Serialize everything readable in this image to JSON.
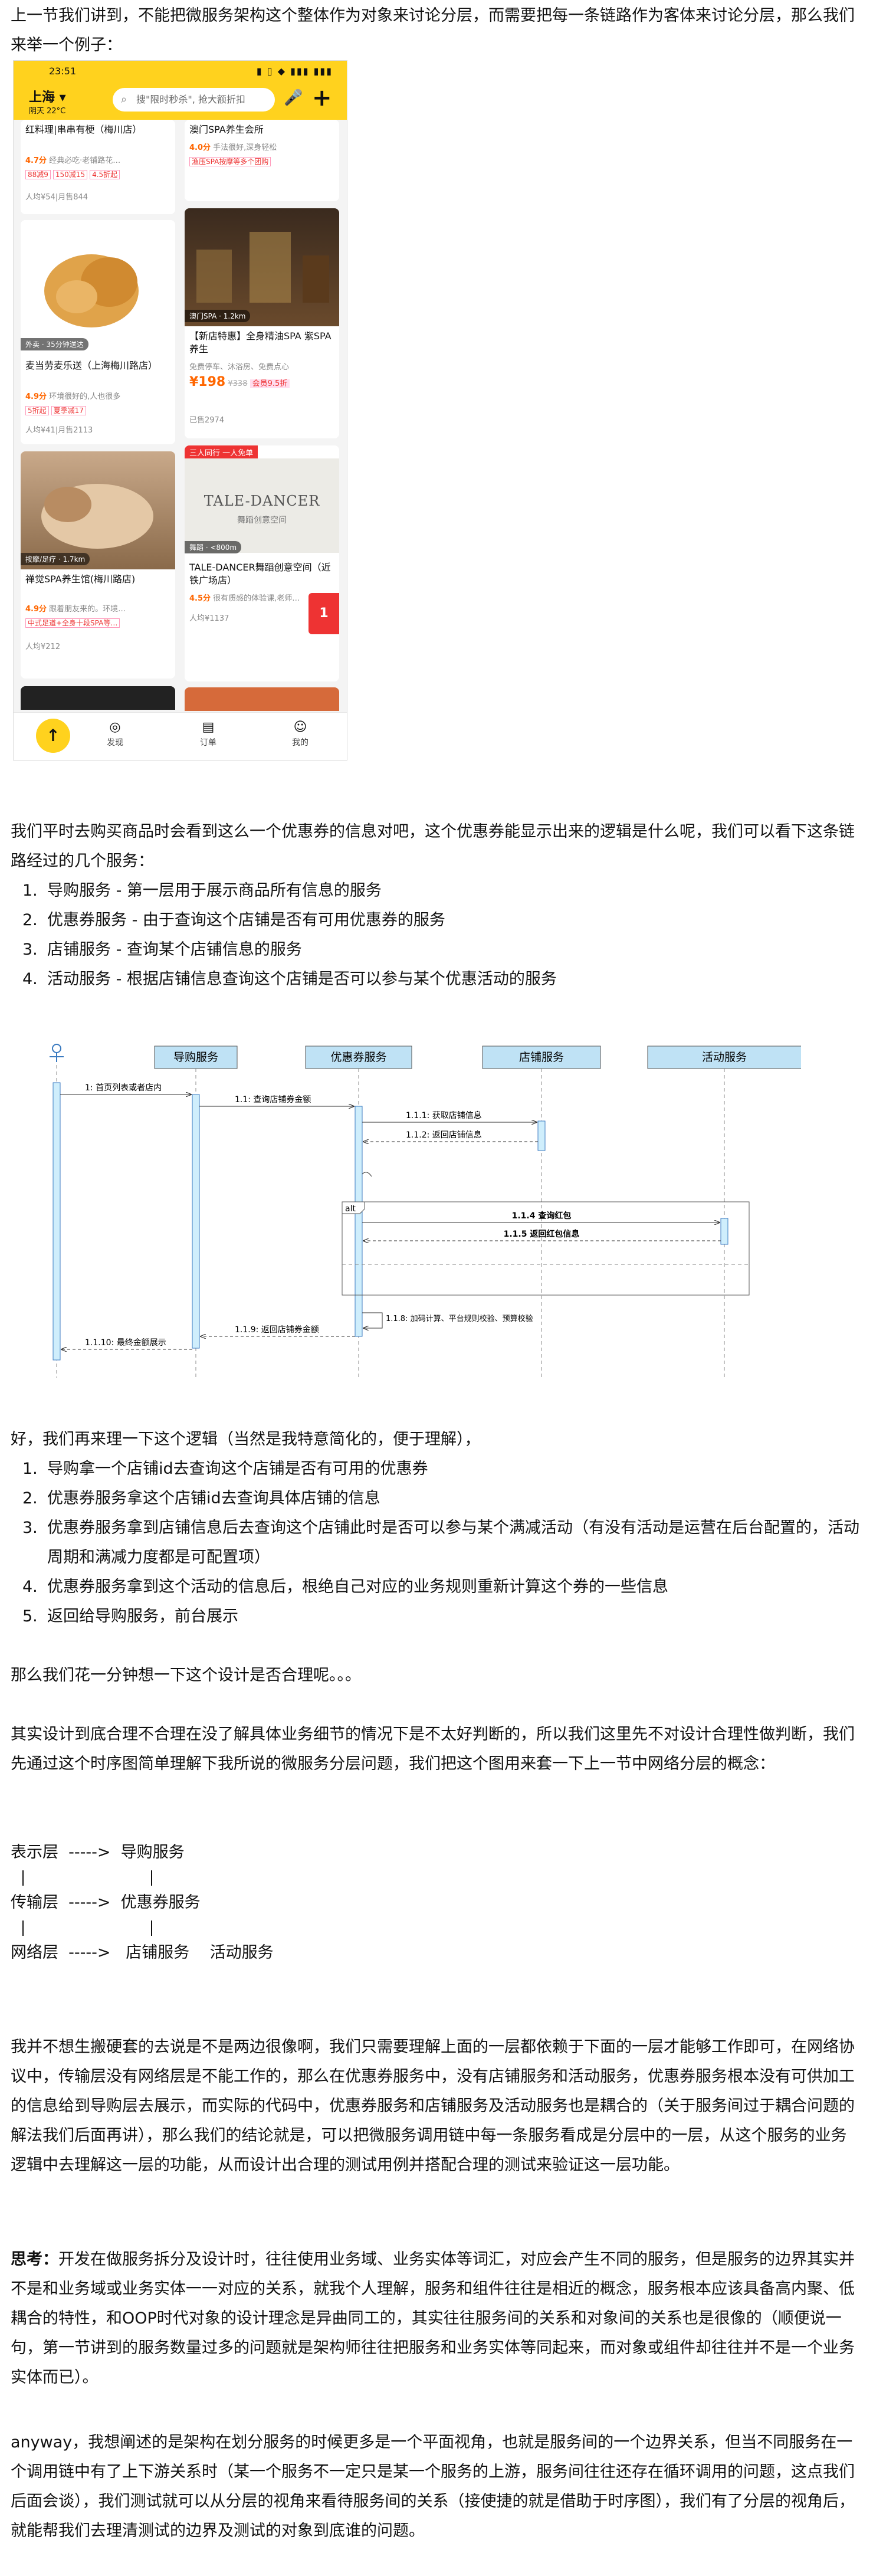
{
  "intro": {
    "p1": "上一节我们讲到，不能把微服务架构这个整体作为对象来讨论分层，而需要把每一条链路作为客体来讨论分层，那么我们来举一个例子："
  },
  "phone": {
    "status_time": "23:51",
    "status_icons": "▮ ▯ ◆ ▮▮▮ ▮▮▮",
    "city": "上海",
    "temperature": "阴天 22°C",
    "search_placeholder": "搜\"限时秒杀\", 抢大额折扣",
    "mic_icon": "microphone-icon",
    "cards": [
      {
        "title": "红料理|串串有梗（梅川店）",
        "score": "4.7分",
        "score_note": "经典必吃·老铺路花…",
        "chips": [
          "88减9",
          "150减15",
          "4.5折起"
        ],
        "footer": "人均¥54|月售844"
      },
      {
        "title": "澳门SPA养生会所",
        "score": "4.0分",
        "score_note": "手法很好,深身轻松",
        "chips": [
          "渔压SPA按摩等多个团购"
        ],
        "footer": ""
      },
      {
        "tag": "外卖 · 35分钟送达",
        "title": "麦当劳麦乐送（上海梅川路店）",
        "score": "4.9分",
        "score_note": "环境很好的,人也很多",
        "chips": [
          "5折起",
          "夏季减17"
        ],
        "footer": "人均¥41|月售2113"
      },
      {
        "tag": "澳门SPA · 1.2km",
        "title": "【新店特惠】全身精油SPA 紫SPA养生",
        "score_note": "免费停车、沐浴房、免费点心",
        "price": "¥198",
        "price_old": "¥338",
        "price_chip": "会员9.5折",
        "footer": "已售2974"
      },
      {
        "tag": "按摩/足疗 · 1.7km",
        "title": "禅觉SPA养生馆(梅川路店)",
        "score": "4.9分",
        "score_note": "跟着朋友来的。环境…",
        "chips": [
          "中式足道+全身十段SPA等…"
        ],
        "footer": "人均¥212"
      },
      {
        "banner": "三人同行 一人免单",
        "brand": "TALE-DANCER",
        "brand_sub": "舞蹈创意空间",
        "tag": "舞蹈 · <800m",
        "title": "TALE-DANCER舞蹈创意空间（近铁广场店）",
        "score": "4.5分",
        "score_note": "很有质感的体验课,老师…",
        "footer": "人均¥1137"
      }
    ],
    "nav": [
      {
        "label": "发现"
      },
      {
        "label": "订单"
      },
      {
        "label": "我的"
      }
    ]
  },
  "section2": {
    "p1": "我们平时去购买商品时会看到这么一个优惠券的信息对吧，这个优惠券能显示出来的逻辑是什么呢，我们可以看下这条链路经过的几个服务：",
    "list": [
      "导购服务 - 第一层用于展示商品所有信息的服务",
      "优惠券服务 - 由于查询这个店铺是否有可用优惠券的服务",
      "店铺服务 - 查询某个店铺信息的服务",
      "活动服务 - 根据店铺信息查询这个店铺是否可以参与某个优惠活动的服务"
    ]
  },
  "diagram": {
    "lanes": [
      "导购服务",
      "优惠券服务",
      "店铺服务",
      "活动服务"
    ],
    "messages": [
      "1: 首页列表或者店内",
      "1.1: 查询店铺券金额",
      "1.1.1: 获取店铺信息",
      "1.1.2: 返回店铺信息",
      "1.1.4 查询红包",
      "1.1.5 返回红包信息",
      "1.1.8: 加码计算、平台规则校验、预算校验",
      "1.1.9: 返回店铺券金额",
      "1.1.10: 最终金额展示"
    ],
    "alt_label": "alt"
  },
  "section3": {
    "p1": "好，我们再来理一下这个逻辑（当然是我特意简化的，便于理解），",
    "list": [
      "导购拿一个店铺id去查询这个店铺是否有可用的优惠券",
      "优惠券服务拿这个店铺id去查询具体店铺的信息",
      "优惠券服务拿到店铺信息后去查询这个店铺此时是否可以参与某个满减活动（有没有活动是运营在后台配置的，活动周期和满减力度都是可配置项）",
      "优惠券服务拿到这个活动的信息后，根绝自己对应的业务规则重新计算这个券的一些信息",
      "返回给导购服务，前台展示"
    ],
    "p2": "那么我们花一分钟想一下这个设计是否合理呢。。。",
    "p3": "其实设计到底合理不合理在没了解具体业务细节的情况下是不太好判断的，所以我们这里先不对设计合理性做判断，我们先通过这个时序图简单理解下我所说的微服务分层问题，我们把这个图用来套一下上一节中网络分层的概念："
  },
  "layers": {
    "l1": "表示层  ----->  导购服务",
    "l2": "传输层  ----->  优惠券服务",
    "l3": "网络层  ----->   店铺服务    活动服务"
  },
  "section4": {
    "p1": "我并不想生搬硬套的去说是不是两边很像啊，我们只需要理解上面的一层都依赖于下面的一层才能够工作即可，在网络协议中，传输层没有网络层是不能工作的，那么在优惠券服务中，没有店铺服务和活动服务，优惠券服务根本没有可供加工的信息给到导购层去展示，而实际的代码中，优惠券服务和店铺服务及活动服务也是耦合的（关于服务间过于耦合问题的解法我们后面再讲），那么我们的结论就是，可以把微服务调用链中每一条服务看成是分层中的一层，从这个服务的业务逻辑中去理解这一层的功能，从而设计出合理的测试用例并搭配合理的测试来验证这一层功能。",
    "think_label": "思考：",
    "p2": "开发在做服务拆分及设计时，往往使用业务域、业务实体等词汇，对应会产生不同的服务，但是服务的边界其实并不是和业务域或业务实体一一对应的关系，就我个人理解，服务和组件往往是相近的概念，服务根本应该具备高内聚、低耦合的特性，和OOP时代对象的设计理念是异曲同工的，其实往往服务间的关系和对象间的关系也是很像的（顺便说一句，第一节讲到的服务数量过多的问题就是架构师往往把服务和业务实体等同起来，而对象或组件却往往并不是一个业务实体而已）。",
    "p3": " anyway，我想阐述的是架构在划分服务的时候更多是一个平面视角，也就是服务间的一个边界关系，但当不同服务在一个调用链中有了上下游关系时（某一个服务不一定只是某一个服务的上游，服务间往往还存在循环调用的问题，这点我们后面会谈），我们测试就可以从分层的视角来看待服务间的关系（接使捷的就是借助于时序图），我们有了分层的视角后，就能帮我们去理清测试的边界及测试的对象到底谁的问题。"
  }
}
